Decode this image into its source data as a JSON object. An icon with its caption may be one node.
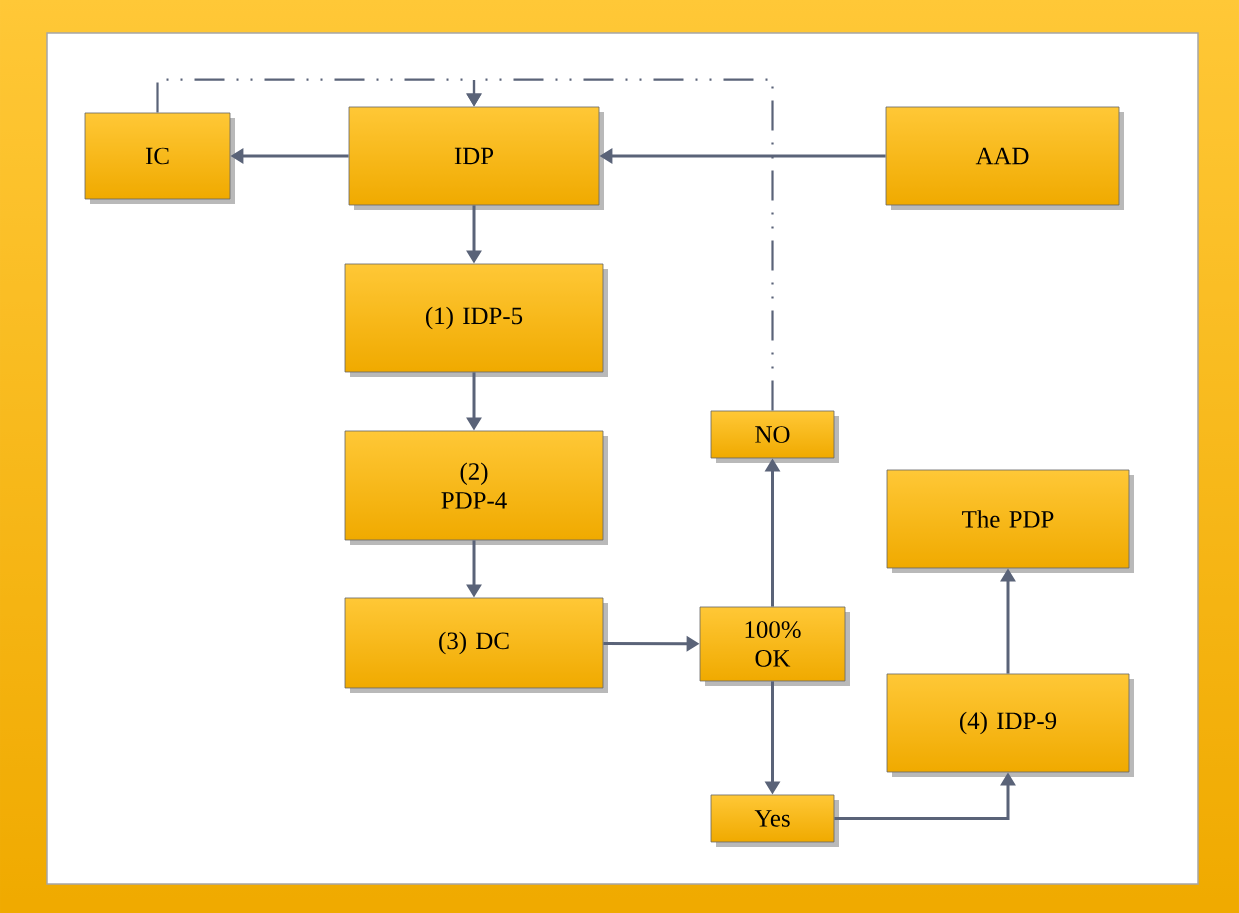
{
  "diagram": {
    "nodes": [
      {
        "text": [
          "IC"
        ]
      },
      {
        "text": [
          "IDP"
        ]
      },
      {
        "text": [
          "AAD"
        ]
      },
      {
        "text": [
          "(1) IDP-5"
        ]
      },
      {
        "text": [
          "(2) PDP-4"
        ]
      },
      {
        "text": [
          "(3) DC"
        ]
      },
      {
        "text": [
          "NO"
        ]
      },
      {
        "text": [
          "100% OK"
        ]
      },
      {
        "text": [
          "The PDP"
        ]
      },
      {
        "text": [
          "(4) IDP-9"
        ]
      },
      {
        "text": [
          "Yes"
        ]
      }
    ],
    "edges": [
      {
        "from": 1,
        "to": 0,
        "arrow": "to"
      },
      {
        "from": 2,
        "to": 1,
        "arrow": "to"
      },
      {
        "from": 1,
        "to": 3,
        "arrow": "to"
      },
      {
        "from": 3,
        "to": 4,
        "arrow": "to"
      },
      {
        "from": 4,
        "to": 5,
        "arrow": "to"
      },
      {
        "from": 5,
        "to": 7,
        "arrow": "to"
      },
      {
        "from": 7,
        "to": 6,
        "arrow": "to"
      },
      {
        "from": 7,
        "to": 10,
        "arrow": "to"
      },
      {
        "from": 10,
        "to": 9,
        "arrow": "to"
      },
      {
        "from": 9,
        "to": 8,
        "arrow": "to"
      },
      {
        "from": 0,
        "to": 1,
        "arrow": "to",
        "style": "dashed"
      },
      {
        "from": 6,
        "to": 1,
        "arrow": "to",
        "style": "dashed"
      }
    ]
  }
}
